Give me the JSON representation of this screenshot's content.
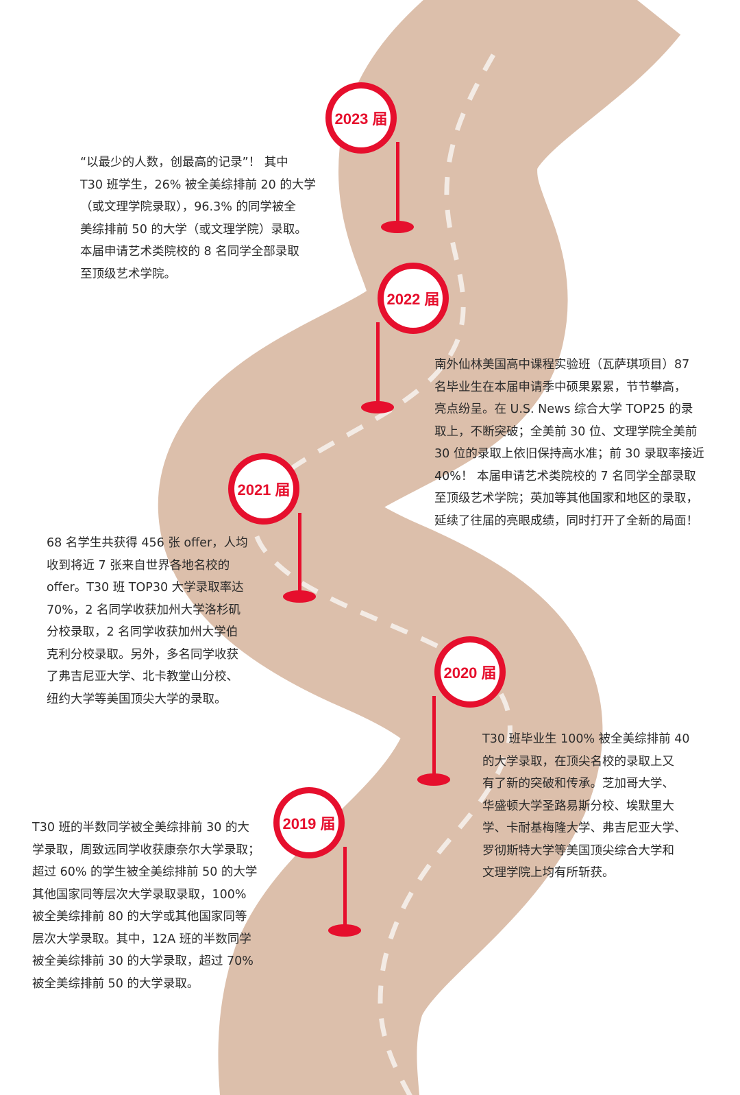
{
  "colors": {
    "road": "#dcbfab",
    "pin": "#e60f2d",
    "dash": "#f3ebe5",
    "text": "#2b2b2b"
  },
  "timeline": [
    {
      "year": "2023 届",
      "lines": [
        "“以最少的人数，创最高的记录”！ 其中",
        "T30 班学生，26% 被全美综排前 20 的大学",
        "（或文理学院录取），96.3% 的同学被全",
        "美综排前 50 的大学（或文理学院）录取。",
        "本届申请艺术类院校的 8 名同学全部录取",
        "至顶级艺术学院。"
      ]
    },
    {
      "year": "2022 届",
      "lines": [
        "南外仙林美国高中课程实验班（瓦萨琪项目）87",
        "名毕业生在本届申请季中硕果累累，节节攀高，",
        "亮点纷呈。在 U.S. News 综合大学 TOP25 的录",
        "取上，不断突破；全美前 30 位、文理学院全美前",
        "30 位的录取上依旧保持高水准；前 30 录取率接近",
        "40%！ 本届申请艺术类院校的 7 名同学全部录取",
        "至顶级艺术学院；英加等其他国家和地区的录取，",
        "延续了往届的亮眼成绩，同时打开了全新的局面！"
      ]
    },
    {
      "year": "2021 届",
      "lines": [
        "68 名学生共获得 456 张 offer，人均",
        "收到将近 7 张来自世界各地名校的",
        "offer。T30 班 TOP30 大学录取率达",
        "70%，2 名同学收获加州大学洛杉矶",
        "分校录取，2 名同学收获加州大学伯",
        "克利分校录取。另外，多名同学收获",
        "了弗吉尼亚大学、北卡教堂山分校、",
        "纽约大学等美国顶尖大学的录取。"
      ]
    },
    {
      "year": "2020 届",
      "lines": [
        "T30 班毕业生 100% 被全美综排前 40",
        "的大学录取，在顶尖名校的录取上又",
        "有了新的突破和传承。芝加哥大学、",
        "华盛顿大学圣路易斯分校、埃默里大",
        "学、卡耐基梅隆大学、弗吉尼亚大学、",
        "罗彻斯特大学等美国顶尖综合大学和",
        "文理学院上均有所斩获。"
      ]
    },
    {
      "year": "2019 届",
      "lines": [
        "T30 班的半数同学被全美综排前 30 的大",
        "学录取，周致远同学收获康奈尔大学录取；",
        "超过 60% 的学生被全美综排前 50 的大学",
        "其他国家同等层次大学录取录取，100%",
        "被全美综排前 80 的大学或其他国家同等",
        "层次大学录取。其中，12A 班的半数同学",
        "被全美综排前 30 的大学录取，超过 70%",
        "被全美综排前 50 的大学录取。"
      ]
    }
  ]
}
